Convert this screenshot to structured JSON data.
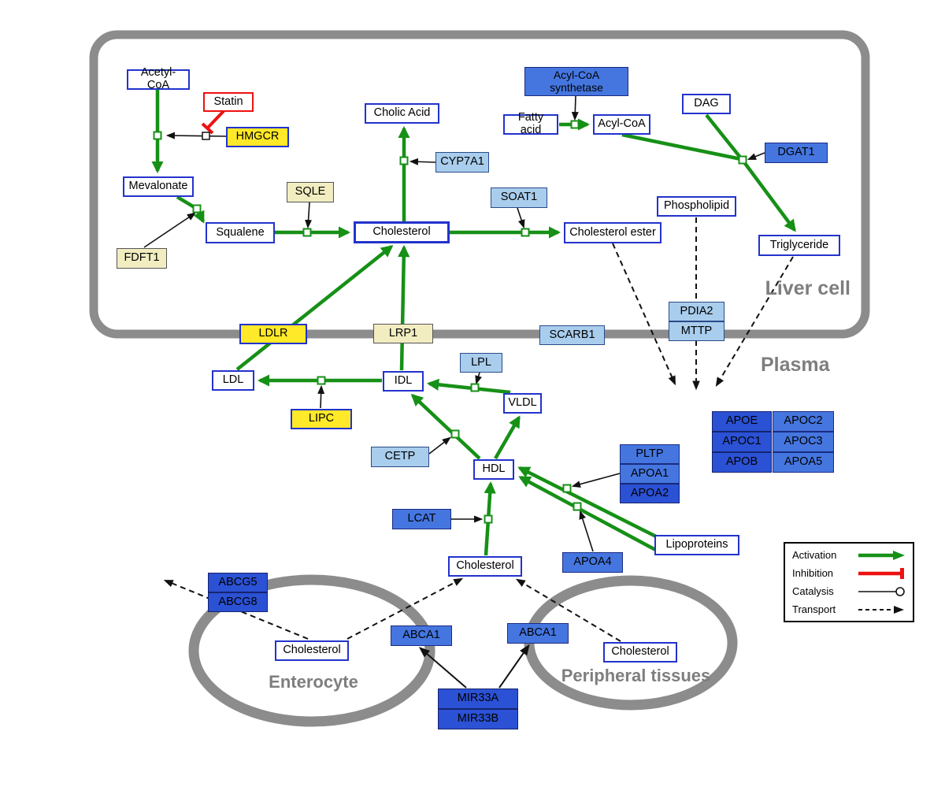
{
  "regions": {
    "liver_cell": "Liver cell",
    "plasma": "Plasma",
    "enterocyte": "Enterocyte",
    "peripheral_tissues": "Peripheral tissues"
  },
  "nodes": {
    "acetyl_coa": "Acetyl-CoA",
    "statin": "Statin",
    "hmgcr": "HMGCR",
    "mevalonate": "Mevalonate",
    "fdft1": "FDFT1",
    "squalene": "Squalene",
    "sqle": "SQLE",
    "cholesterol_liver": "Cholesterol",
    "cholic_acid": "Cholic Acid",
    "cyp7a1": "CYP7A1",
    "soat1": "SOAT1",
    "cholesterol_ester": "Cholesterol ester",
    "acyl_coa_synthetase": "Acyl-CoA synthetase",
    "fatty_acid": "Fatty acid",
    "acyl_coa": "Acyl-CoA",
    "dag": "DAG",
    "dgat1": "DGAT1",
    "phospholipid": "Phospholipid",
    "triglyceride": "Triglyceride",
    "ldlr": "LDLR",
    "lrp1": "LRP1",
    "scarb1": "SCARB1",
    "pdia2": "PDIA2",
    "mttp": "MTTP",
    "ldl": "LDL",
    "idl": "IDL",
    "lpl": "LPL",
    "vldl": "VLDL",
    "lipc": "LIPC",
    "cetp": "CETP",
    "hdl": "HDL",
    "pltp": "PLTP",
    "apoa1": "APOA1",
    "apoa2": "APOA2",
    "lcat": "LCAT",
    "apoa4": "APOA4",
    "lipoproteins": "Lipoproteins",
    "apoe": "APOE",
    "apoc2": "APOC2",
    "apoc1": "APOC1",
    "apoc3": "APOC3",
    "apob": "APOB",
    "apoa5": "APOA5",
    "cholesterol_plasma": "Cholesterol",
    "abcg5": "ABCG5",
    "abcg8": "ABCG8",
    "cholesterol_enterocyte": "Cholesterol",
    "abca1_left": "ABCA1",
    "abca1_right": "ABCA1",
    "cholesterol_peripheral": "Cholesterol",
    "mir33a": "MIR33A",
    "mir33b": "MIR33B"
  },
  "legend": {
    "activation": "Activation",
    "inhibition": "Inhibition",
    "catalysis": "Catalysis",
    "transport": "Transport"
  },
  "colors": {
    "activation_green": "#169016",
    "inhibition_red": "#ee1111",
    "membrane_gray": "#8c8c8c",
    "metabolite_border_blue": "#2233cc",
    "gene_yellow": "#ffe928",
    "gene_pale_yellow": "#f1edc1",
    "gene_light_blue": "#a9cdec",
    "gene_blue": "#4576e0",
    "gene_dark_blue": "#2b51d4"
  }
}
